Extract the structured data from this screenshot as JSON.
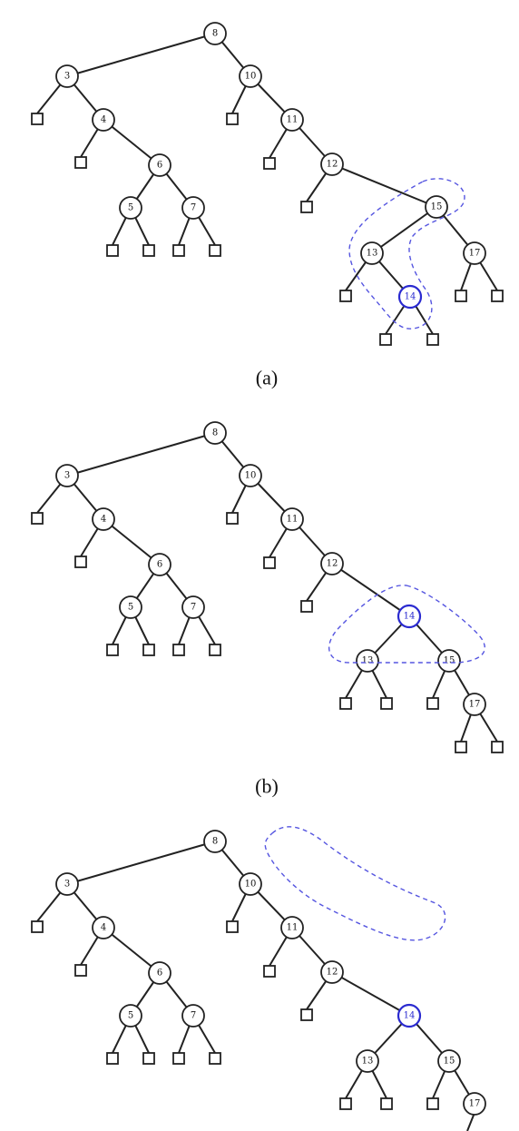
{
  "panels": [
    {
      "caption": "(a)",
      "highlight": "14",
      "nodes": [
        {
          "id": "8",
          "label": "8"
        },
        {
          "id": "3",
          "label": "3"
        },
        {
          "id": "10",
          "label": "10"
        },
        {
          "id": "4",
          "label": "4"
        },
        {
          "id": "6",
          "label": "6"
        },
        {
          "id": "5",
          "label": "5"
        },
        {
          "id": "7",
          "label": "7"
        },
        {
          "id": "11",
          "label": "11"
        },
        {
          "id": "12",
          "label": "12"
        },
        {
          "id": "15",
          "label": "15"
        },
        {
          "id": "13",
          "label": "13"
        },
        {
          "id": "17",
          "label": "17"
        },
        {
          "id": "14",
          "label": "14"
        }
      ]
    },
    {
      "caption": "(b)",
      "highlight": "14",
      "nodes": [
        {
          "id": "8",
          "label": "8"
        },
        {
          "id": "3",
          "label": "3"
        },
        {
          "id": "10",
          "label": "10"
        },
        {
          "id": "4",
          "label": "4"
        },
        {
          "id": "6",
          "label": "6"
        },
        {
          "id": "5",
          "label": "5"
        },
        {
          "id": "7",
          "label": "7"
        },
        {
          "id": "11",
          "label": "11"
        },
        {
          "id": "12",
          "label": "12"
        },
        {
          "id": "14",
          "label": "14"
        },
        {
          "id": "13",
          "label": "13"
        },
        {
          "id": "15",
          "label": "15"
        },
        {
          "id": "17",
          "label": "17"
        }
      ]
    },
    {
      "caption": "",
      "highlight": "14",
      "nodes": [
        {
          "id": "8",
          "label": "8"
        },
        {
          "id": "3",
          "label": "3"
        },
        {
          "id": "10",
          "label": "10"
        },
        {
          "id": "4",
          "label": "4"
        },
        {
          "id": "6",
          "label": "6"
        },
        {
          "id": "5",
          "label": "5"
        },
        {
          "id": "7",
          "label": "7"
        },
        {
          "id": "11",
          "label": "11"
        },
        {
          "id": "12",
          "label": "12"
        },
        {
          "id": "14",
          "label": "14"
        },
        {
          "id": "13",
          "label": "13"
        },
        {
          "id": "15",
          "label": "15"
        },
        {
          "id": "17",
          "label": "17"
        }
      ]
    }
  ],
  "colors": {
    "edge": "#222222",
    "highlight": "#2a2ad0",
    "dashed_outline": "#5555e0"
  }
}
